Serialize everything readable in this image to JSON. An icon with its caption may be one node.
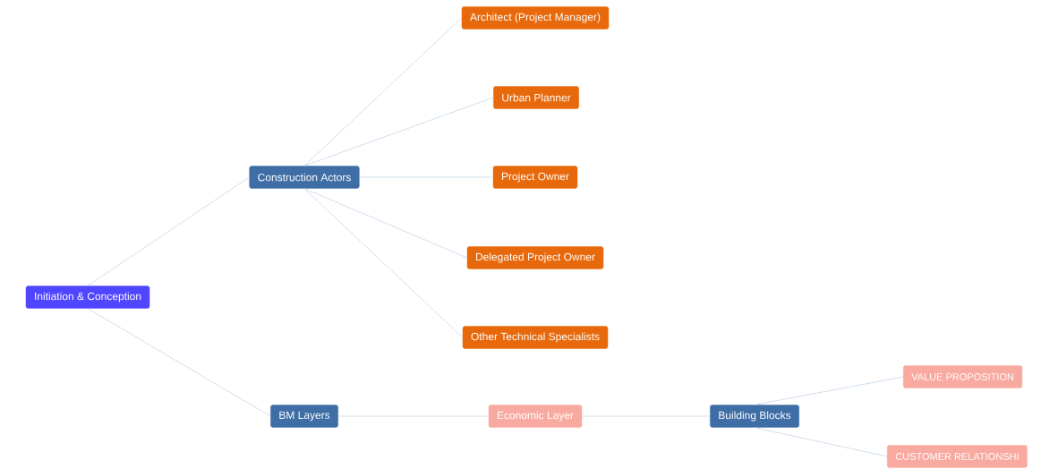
{
  "diagram": {
    "nodes": [
      {
        "text": [
          "Initiation & Conception"
        ]
      },
      {
        "text": [
          "Construction Actors"
        ]
      },
      {
        "text": [
          "Architect (Project Manager)"
        ]
      },
      {
        "text": [
          "Urban Planner"
        ]
      },
      {
        "text": [
          "Project Owner"
        ]
      },
      {
        "text": [
          "Delegated Project Owner"
        ]
      },
      {
        "text": [
          "Other Technical Specialists"
        ]
      },
      {
        "text": [
          "BM Layers"
        ]
      },
      {
        "text": [
          "Economic Layer"
        ]
      },
      {
        "text": [
          "Building Blocks"
        ]
      },
      {
        "text": [
          "VALUE PROPOSITION"
        ]
      },
      {
        "text": [
          "CUSTOMER RELATIONSHI"
        ]
      }
    ],
    "edges": [
      {
        "from": 0,
        "to": 1,
        "arrow": "none"
      },
      {
        "from": 0,
        "to": 7,
        "arrow": "none"
      },
      {
        "from": 1,
        "to": 2,
        "arrow": "none"
      },
      {
        "from": 1,
        "to": 3,
        "arrow": "none"
      },
      {
        "from": 1,
        "to": 4,
        "arrow": "none"
      },
      {
        "from": 1,
        "to": 5,
        "arrow": "none"
      },
      {
        "from": 1,
        "to": 6,
        "arrow": "none"
      },
      {
        "from": 7,
        "to": 8,
        "arrow": "none"
      },
      {
        "from": 8,
        "to": 9,
        "arrow": "none"
      },
      {
        "from": 9,
        "to": 10,
        "arrow": "none"
      },
      {
        "from": 9,
        "to": 11,
        "arrow": "none"
      }
    ]
  }
}
